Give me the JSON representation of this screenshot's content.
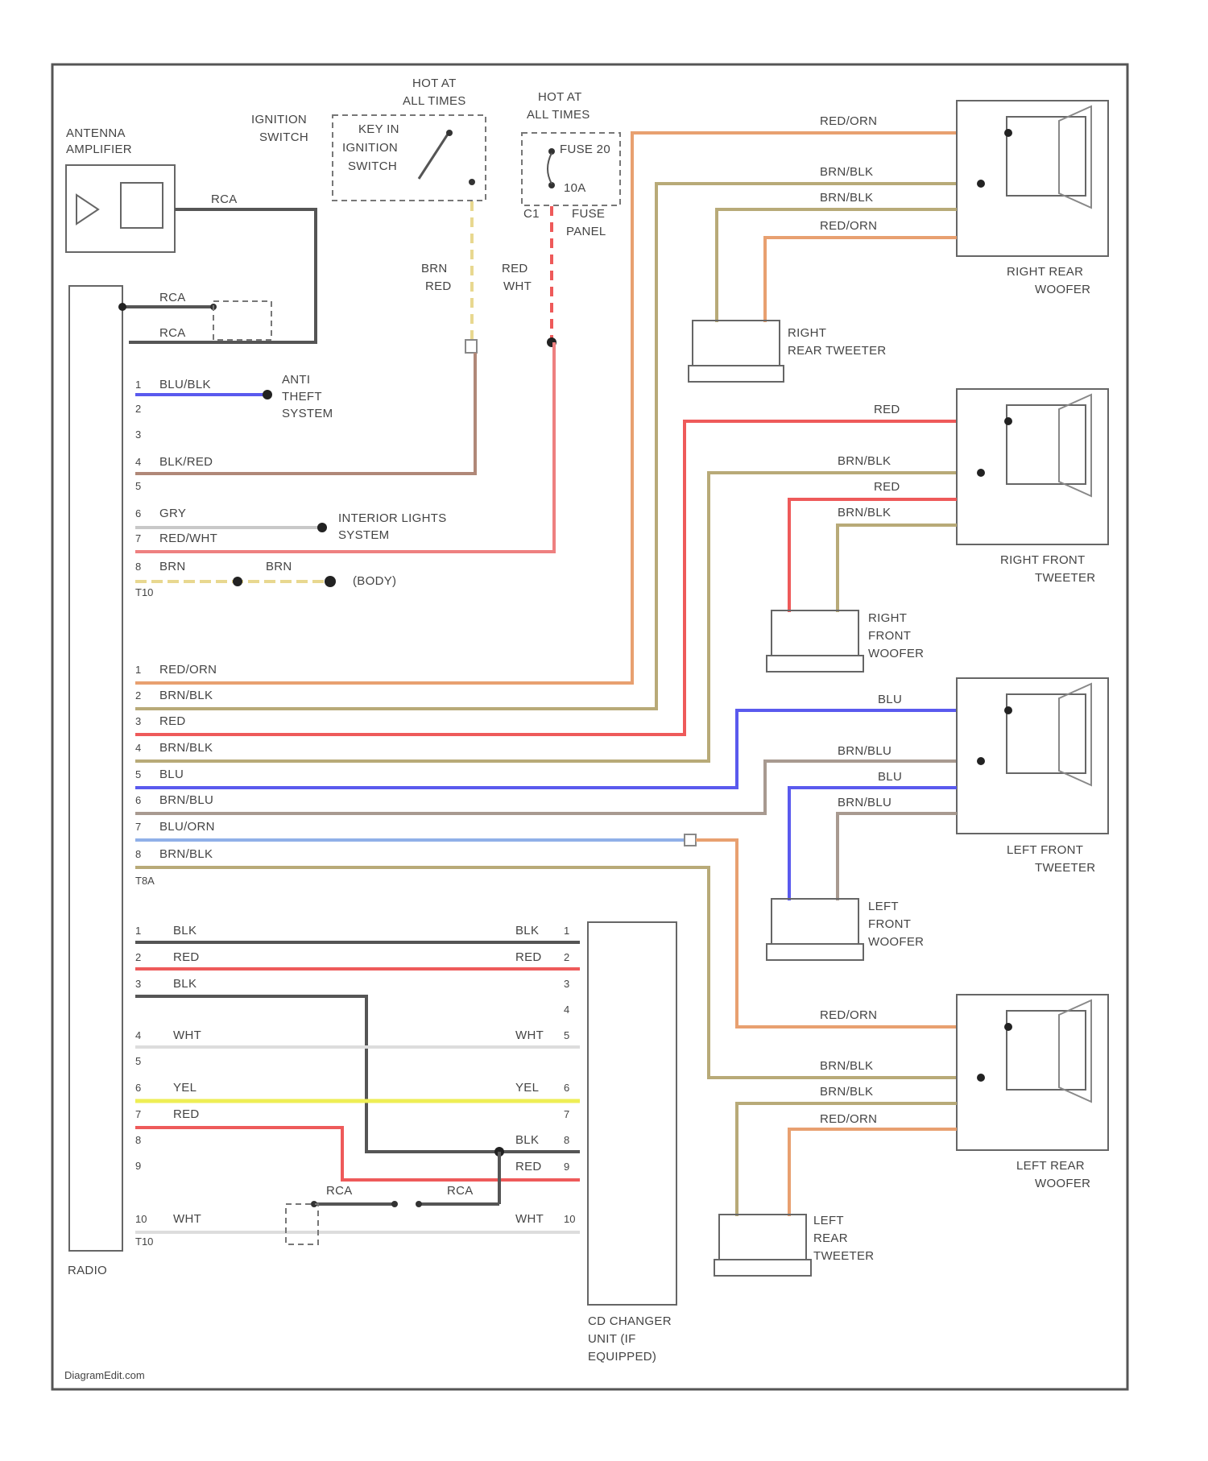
{
  "footer": {
    "watermark": "DiagramEdit.com"
  },
  "components": {
    "antenna_amp": {
      "label1": "ANTENNA",
      "label2": "AMPLIFIER"
    },
    "ignition": {
      "label1": "IGNITION",
      "label2": "SWITCH",
      "hot1": "HOT AT",
      "hot2": "ALL TIMES",
      "inner1": "KEY IN",
      "inner2": "IGNITION",
      "inner3": "SWITCH"
    },
    "fuse": {
      "hot1": "HOT AT",
      "hot2": "ALL TIMES",
      "fuse_label": "FUSE 20",
      "amp": "10A",
      "panel1": "FUSE",
      "panel2": "PANEL",
      "code": "C1"
    },
    "radio": {
      "label": "RADIO"
    },
    "cd_changer": {
      "label1": "CD CHANGER",
      "label2": "UNIT (IF",
      "label3": "EQUIPPED)"
    },
    "anti_theft": {
      "l1": "ANTI",
      "l2": "THEFT",
      "l3": "SYSTEM"
    },
    "interior_lights": {
      "l1": "INTERIOR LIGHTS",
      "l2": "SYSTEM"
    },
    "ground": {
      "label": "(BODY)"
    },
    "right_rear_woofer": {
      "l1": "RIGHT REAR",
      "l2": "WOOFER"
    },
    "right_rear_tweeter": {
      "l1": "RIGHT",
      "l2": "REAR TWEETER"
    },
    "right_front_tweeter": {
      "l1": "RIGHT FRONT",
      "l2": "TWEETER"
    },
    "right_front_woofer": {
      "l1": "RIGHT",
      "l2": "FRONT",
      "l3": "WOOFER"
    },
    "left_front_tweeter": {
      "l1": "LEFT FRONT",
      "l2": "TWEETER"
    },
    "left_front_woofer": {
      "l1": "LEFT",
      "l2": "FRONT",
      "l3": "WOOFER"
    },
    "left_rear_woofer": {
      "l1": "LEFT REAR",
      "l2": "WOOFER"
    },
    "left_rear_tweeter": {
      "l1": "LEFT",
      "l2": "REAR",
      "l3": "TWEETER"
    }
  },
  "wires": {
    "rca_antenna": "RCA",
    "rca1": "RCA",
    "rca2": "RCA",
    "ign_wire1": "BRN",
    "ign_wire2": "RED",
    "fuse_wire1": "RED",
    "fuse_wire2": "WHT",
    "t10_1": "BLU/BLK",
    "t10_4": "BLK/RED",
    "t10_6": "GRY",
    "t10_7": "RED/WHT",
    "t10_8": "BRN",
    "t10_8b": "BRN",
    "t10_conn": "T10",
    "t8_1": "RED/ORN",
    "t8_2": "BRN/BLK",
    "t8_3": "RED",
    "t8_4": "BRN/BLK",
    "t8_5": "BLU",
    "t8_6": "BRN/BLU",
    "t8_7": "BLU/ORN",
    "t8_8": "BRN/BLK",
    "t8_conn": "T8A",
    "rrw_1": "RED/ORN",
    "rrw_2": "BRN/BLK",
    "rrw_3": "BRN/BLK",
    "rrw_4": "RED/ORN",
    "rft_1": "RED",
    "rft_2": "BRN/BLK",
    "rft_3": "RED",
    "rft_4": "BRN/BLK",
    "lft_1": "BLU",
    "lft_2": "BRN/BLU",
    "lft_3": "BLU",
    "lft_4": "BRN/BLU",
    "lrw_1": "RED/ORN",
    "lrw_2": "BRN/BLK",
    "lrw_3": "BRN/BLK",
    "lrw_4": "RED/ORN",
    "cd_1": "BLK",
    "cd_2": "RED",
    "cd_3": "BLK",
    "cd_4": "WHT",
    "cd_6": "YEL",
    "cd_7": "RED",
    "cd_10": "WHT",
    "cd_r1": "BLK",
    "cd_r2": "RED",
    "cd_r4": "WHT",
    "cd_r6": "YEL",
    "cd_r8": "BLK",
    "cd_r9": "RED",
    "cd_r10": "WHT",
    "cd_rca1": "RCA",
    "cd_rca2": "RCA",
    "t10b_conn": "T10"
  },
  "colors": {
    "red_orn": "#e8a070",
    "brn_blk": "#b8aa78",
    "red": "#ee5a5a",
    "blu": "#5a5aee",
    "brn_blu": "#a89a90",
    "blu_orn": "#90b0e8",
    "blk": "#555555",
    "yel": "#eeee55",
    "gry": "#c8c8c8",
    "wht": "#dddddd"
  }
}
